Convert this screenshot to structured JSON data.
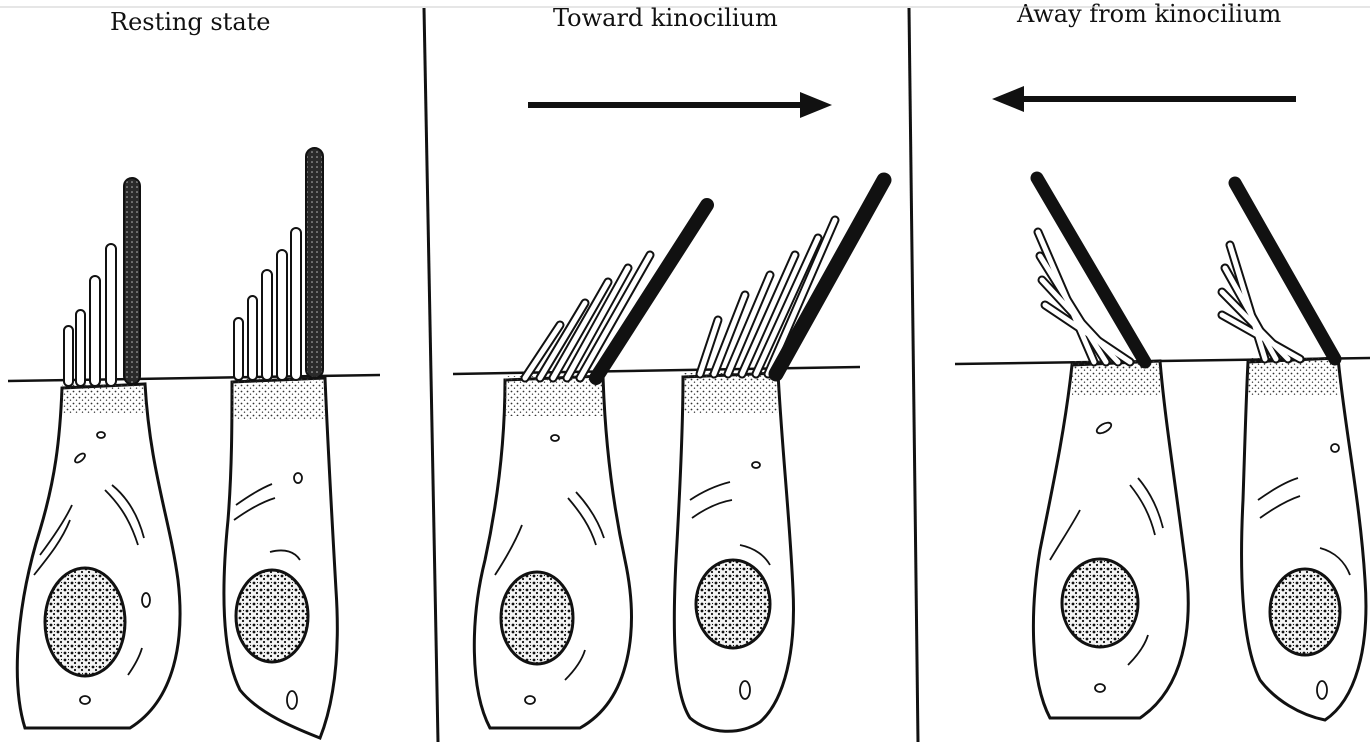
{
  "figure": {
    "panels": [
      {
        "title": "Resting state",
        "arrow": "none"
      },
      {
        "title": "Toward kinocilium",
        "arrow": "right"
      },
      {
        "title": "Away from kinocilium",
        "arrow": "left"
      }
    ]
  }
}
